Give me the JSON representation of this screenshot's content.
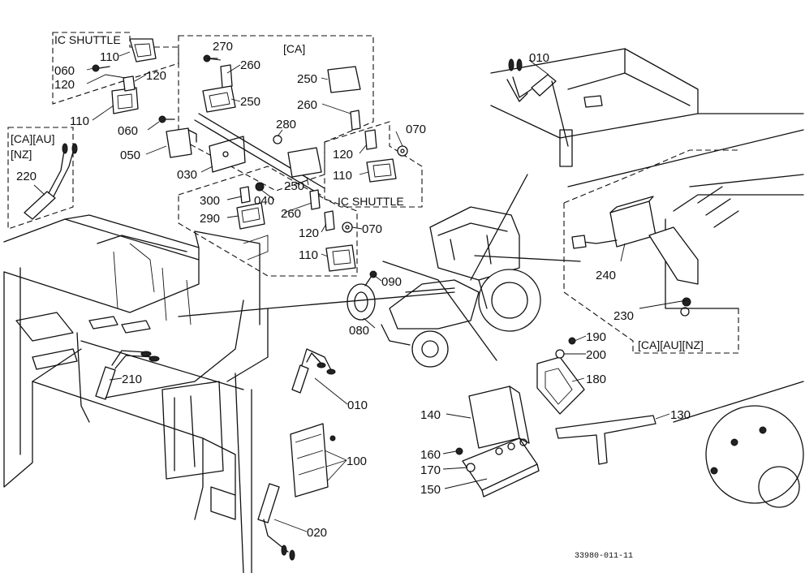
{
  "diagram_code": "33980-011-11",
  "callouts": [
    {
      "id": "c010a",
      "text": "010"
    },
    {
      "id": "c010b",
      "text": "010"
    },
    {
      "id": "c020",
      "text": "020"
    },
    {
      "id": "c030",
      "text": "030"
    },
    {
      "id": "c040",
      "text": "040"
    },
    {
      "id": "c050",
      "text": "050"
    },
    {
      "id": "c060a",
      "text": "060"
    },
    {
      "id": "c060b",
      "text": "060"
    },
    {
      "id": "c070a",
      "text": "070"
    },
    {
      "id": "c070b",
      "text": "070"
    },
    {
      "id": "c080",
      "text": "080"
    },
    {
      "id": "c090",
      "text": "090"
    },
    {
      "id": "c100",
      "text": "100"
    },
    {
      "id": "c110a",
      "text": "110"
    },
    {
      "id": "c110b",
      "text": "110"
    },
    {
      "id": "c110c",
      "text": "110"
    },
    {
      "id": "c110d",
      "text": "110"
    },
    {
      "id": "c120a",
      "text": "120"
    },
    {
      "id": "c120b",
      "text": "120"
    },
    {
      "id": "c120c",
      "text": "120"
    },
    {
      "id": "c120d",
      "text": "120"
    },
    {
      "id": "c130",
      "text": "130"
    },
    {
      "id": "c140",
      "text": "140"
    },
    {
      "id": "c150",
      "text": "150"
    },
    {
      "id": "c160",
      "text": "160"
    },
    {
      "id": "c170",
      "text": "170"
    },
    {
      "id": "c180",
      "text": "180"
    },
    {
      "id": "c190",
      "text": "190"
    },
    {
      "id": "c200",
      "text": "200"
    },
    {
      "id": "c210",
      "text": "210"
    },
    {
      "id": "c220",
      "text": "220"
    },
    {
      "id": "c230",
      "text": "230"
    },
    {
      "id": "c240",
      "text": "240"
    },
    {
      "id": "c250a",
      "text": "250"
    },
    {
      "id": "c250b",
      "text": "250"
    },
    {
      "id": "c250c",
      "text": "250"
    },
    {
      "id": "c260a",
      "text": "260"
    },
    {
      "id": "c260b",
      "text": "260"
    },
    {
      "id": "c260c",
      "text": "260"
    },
    {
      "id": "c270",
      "text": "270"
    },
    {
      "id": "c280",
      "text": "280"
    },
    {
      "id": "c290",
      "text": "290"
    },
    {
      "id": "c300",
      "text": "300"
    }
  ],
  "group_tags": [
    {
      "id": "g_ic_shuttle_1",
      "text": "IC SHUTTLE"
    },
    {
      "id": "g_ca_1",
      "text": "[CA]"
    },
    {
      "id": "g_ca_au",
      "text": "[CA][AU]"
    },
    {
      "id": "g_nz",
      "text": "[NZ]"
    },
    {
      "id": "g_ic_shuttle_2",
      "text": "IC SHUTTLE"
    },
    {
      "id": "g_ca_au_nz",
      "text": "[CA][AU][NZ]"
    }
  ]
}
